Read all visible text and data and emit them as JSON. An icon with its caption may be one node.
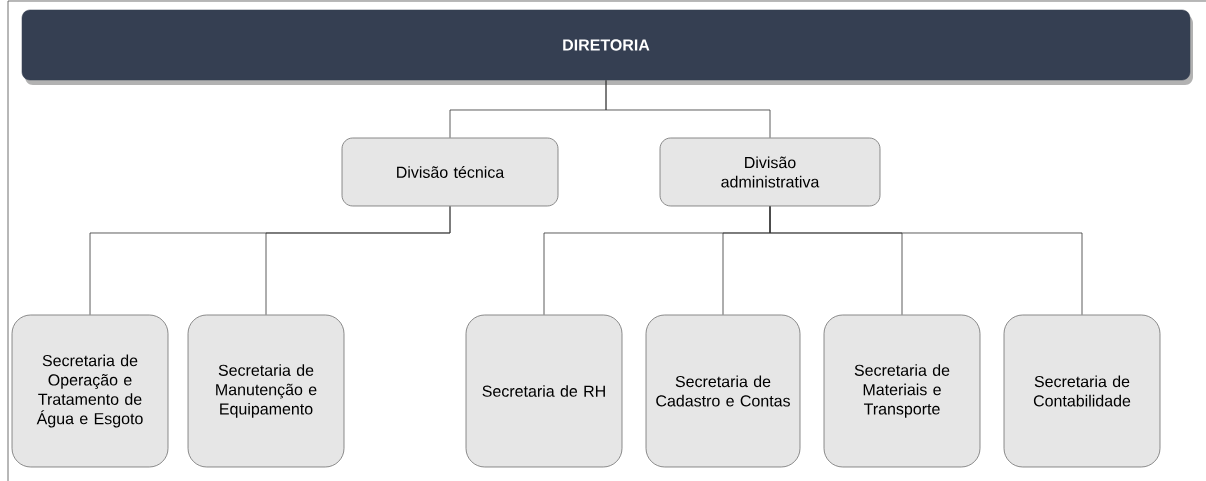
{
  "diagram": {
    "nodes": [
      {
        "text": [
          "DIRETORIA"
        ]
      },
      {
        "text": [
          "Divisão técnica"
        ]
      },
      {
        "text": [
          "Divisão administrativa"
        ]
      },
      {
        "text": [
          "Secretaria de Operação e Tratamento de Água e Esgoto"
        ]
      },
      {
        "text": [
          "Secretaria de Manutenção e Equipamento"
        ]
      },
      {
        "text": [
          "Secretaria de RH"
        ]
      },
      {
        "text": [
          "Secretaria de Cadastro e Contas"
        ]
      },
      {
        "text": [
          "Secretaria de Materiais e Transporte"
        ]
      },
      {
        "text": [
          "Secretaria de Contabilidade"
        ]
      }
    ],
    "edges": [
      {
        "from": 0,
        "to": 1,
        "arrow": "none"
      },
      {
        "from": 0,
        "to": 2,
        "arrow": "none"
      },
      {
        "from": 1,
        "to": 3,
        "arrow": "none"
      },
      {
        "from": 1,
        "to": 4,
        "arrow": "none"
      },
      {
        "from": 2,
        "to": 5,
        "arrow": "none"
      },
      {
        "from": 2,
        "to": 6,
        "arrow": "none"
      },
      {
        "from": 2,
        "to": 7,
        "arrow": "none"
      },
      {
        "from": 2,
        "to": 8,
        "arrow": "none"
      }
    ]
  }
}
